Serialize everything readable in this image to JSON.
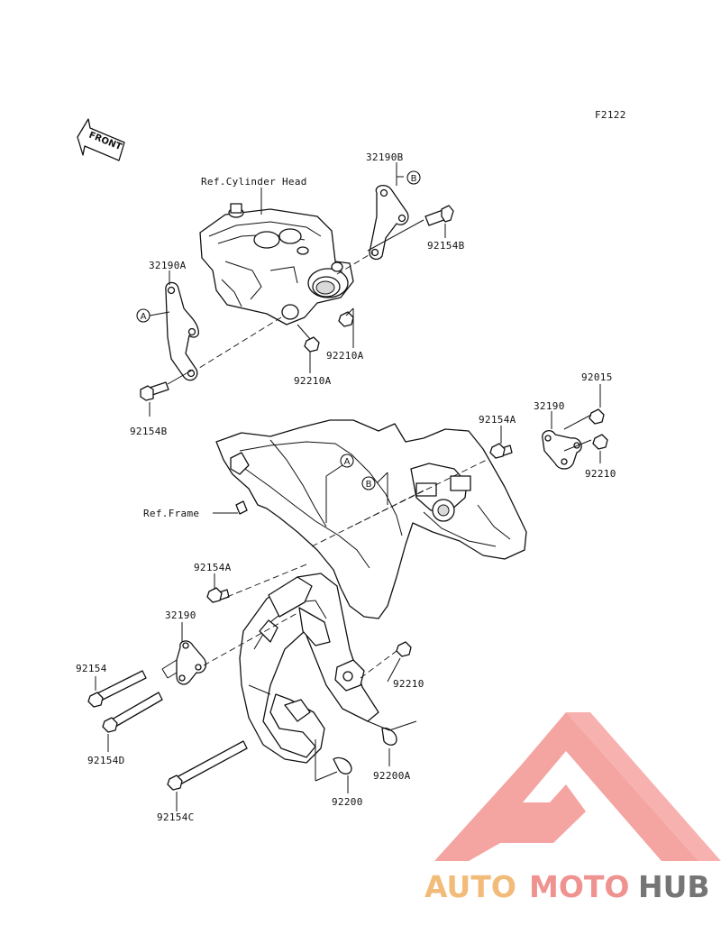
{
  "figure_code": "F2122",
  "front_arrow_text": "FRONT",
  "ref_labels": {
    "cylinder_head": "Ref.Cylinder Head",
    "frame": "Ref.Frame"
  },
  "part_labels": {
    "p32190B": "32190B",
    "p92154B_top": "92154B",
    "p32190A": "32190A",
    "p92210A_right": "92210A",
    "p92210A_left": "92210A",
    "p92154B_left": "92154B",
    "p92015": "92015",
    "p32190_right": "32190",
    "p92154A_right": "92154A",
    "p92210_right": "92210",
    "p92154A_left": "92154A",
    "p32190_left": "32190",
    "p92154": "92154",
    "p92154D": "92154D",
    "p92154C": "92154C",
    "p92210_mid": "92210",
    "p92200A": "92200A",
    "p92200": "92200"
  },
  "callouts": {
    "a": "A",
    "b": "B"
  },
  "watermark": {
    "part1": "AUTO",
    "part2": "MOTO",
    "part3": "HUB",
    "color_auto": "#f2b872",
    "color_moto": "#ef8e8c",
    "color_hub": "#6e6e6e",
    "triangle_color": "#f4a09c"
  }
}
